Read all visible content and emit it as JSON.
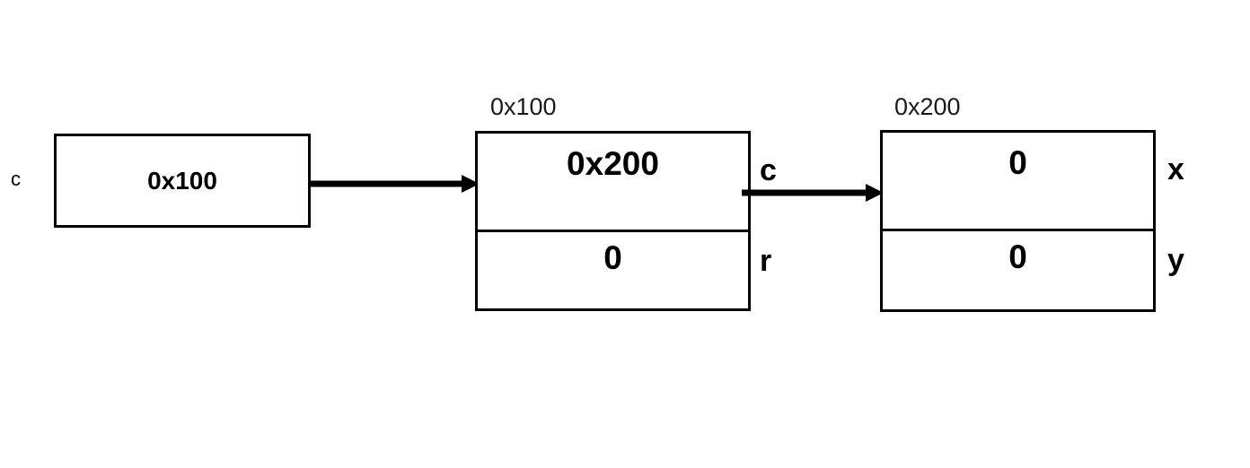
{
  "diagram": {
    "type": "pointer-memory-diagram",
    "background_color": "#ffffff",
    "stroke_color": "#000000"
  },
  "pointer_variable": {
    "name": "c",
    "value": "0x100"
  },
  "structs": [
    {
      "address_caption": "0x100",
      "fields": [
        {
          "label": "c",
          "value": "0x200"
        },
        {
          "label": "r",
          "value": "0"
        }
      ]
    },
    {
      "address_caption": "0x200",
      "fields": [
        {
          "label": "x",
          "value": "0"
        },
        {
          "label": "y",
          "value": "0"
        }
      ]
    }
  ],
  "arrows": [
    {
      "name": "pointer-to-first-struct",
      "from": "pointer-variable-box",
      "to": "struct-0x100"
    },
    {
      "name": "first-struct-c-to-second-struct",
      "from": "struct-0x100-field-c",
      "to": "struct-0x200"
    }
  ]
}
